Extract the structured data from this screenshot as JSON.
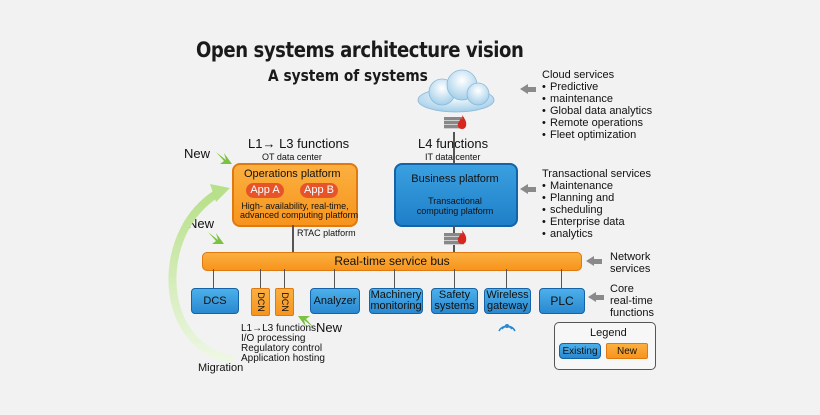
{
  "title": "Open systems architecture vision",
  "subtitle": "A system of systems",
  "l1_l3": {
    "heading": "L1→ L3 functions",
    "sub": "OT data center"
  },
  "l4": {
    "heading": "L4 functions",
    "sub": "IT data center"
  },
  "ops_platform": {
    "title": "Operations platform",
    "app_a": "App A",
    "app_b": "App B",
    "desc_line1": "High- availability, real-time,",
    "desc_line2": "advanced computing platform"
  },
  "rtac": "RTAC platform",
  "business_platform": {
    "title": "Business platform",
    "desc_line1": "Transactional",
    "desc_line2": "computing platform"
  },
  "new_label_1": "New",
  "new_label_2": "New",
  "new_label_3": "New",
  "service_bus": "Real-time service bus",
  "components": {
    "dcs": "DCS",
    "dcn1": "DCN",
    "dcn2": "DCN",
    "analyzer": "Analyzer",
    "machinery_1": "Machinery",
    "machinery_2": "monitoring",
    "safety_1": "Safety",
    "safety_2": "systems",
    "wireless_1": "Wireless",
    "wireless_2": "gateway",
    "plc": "PLC"
  },
  "dcs_functions": [
    "L1→L3 functions",
    "I/O processing",
    "Regulatory control",
    "Application hosting"
  ],
  "migration": "Migration",
  "cloud_services": {
    "heading": "Cloud services",
    "items": [
      "Predictive",
      "maintenance",
      "Global data analytics",
      "Remote operations",
      "Fleet optimization"
    ]
  },
  "transactional_services": {
    "heading": "Transactional services",
    "items": [
      "Maintenance",
      "Planning and",
      "scheduling",
      "Enterprise data",
      "analytics"
    ]
  },
  "network_services": [
    "Network",
    "services"
  ],
  "core_functions": [
    "Core",
    "real-time",
    "functions"
  ],
  "legend": {
    "title": "Legend",
    "existing": "Existing",
    "new": "New"
  },
  "colors": {
    "orange": "#f7941d",
    "blue": "#2a88d0",
    "green_arrow": "#7cc242",
    "gray_arrow": "#8a8a8a"
  }
}
